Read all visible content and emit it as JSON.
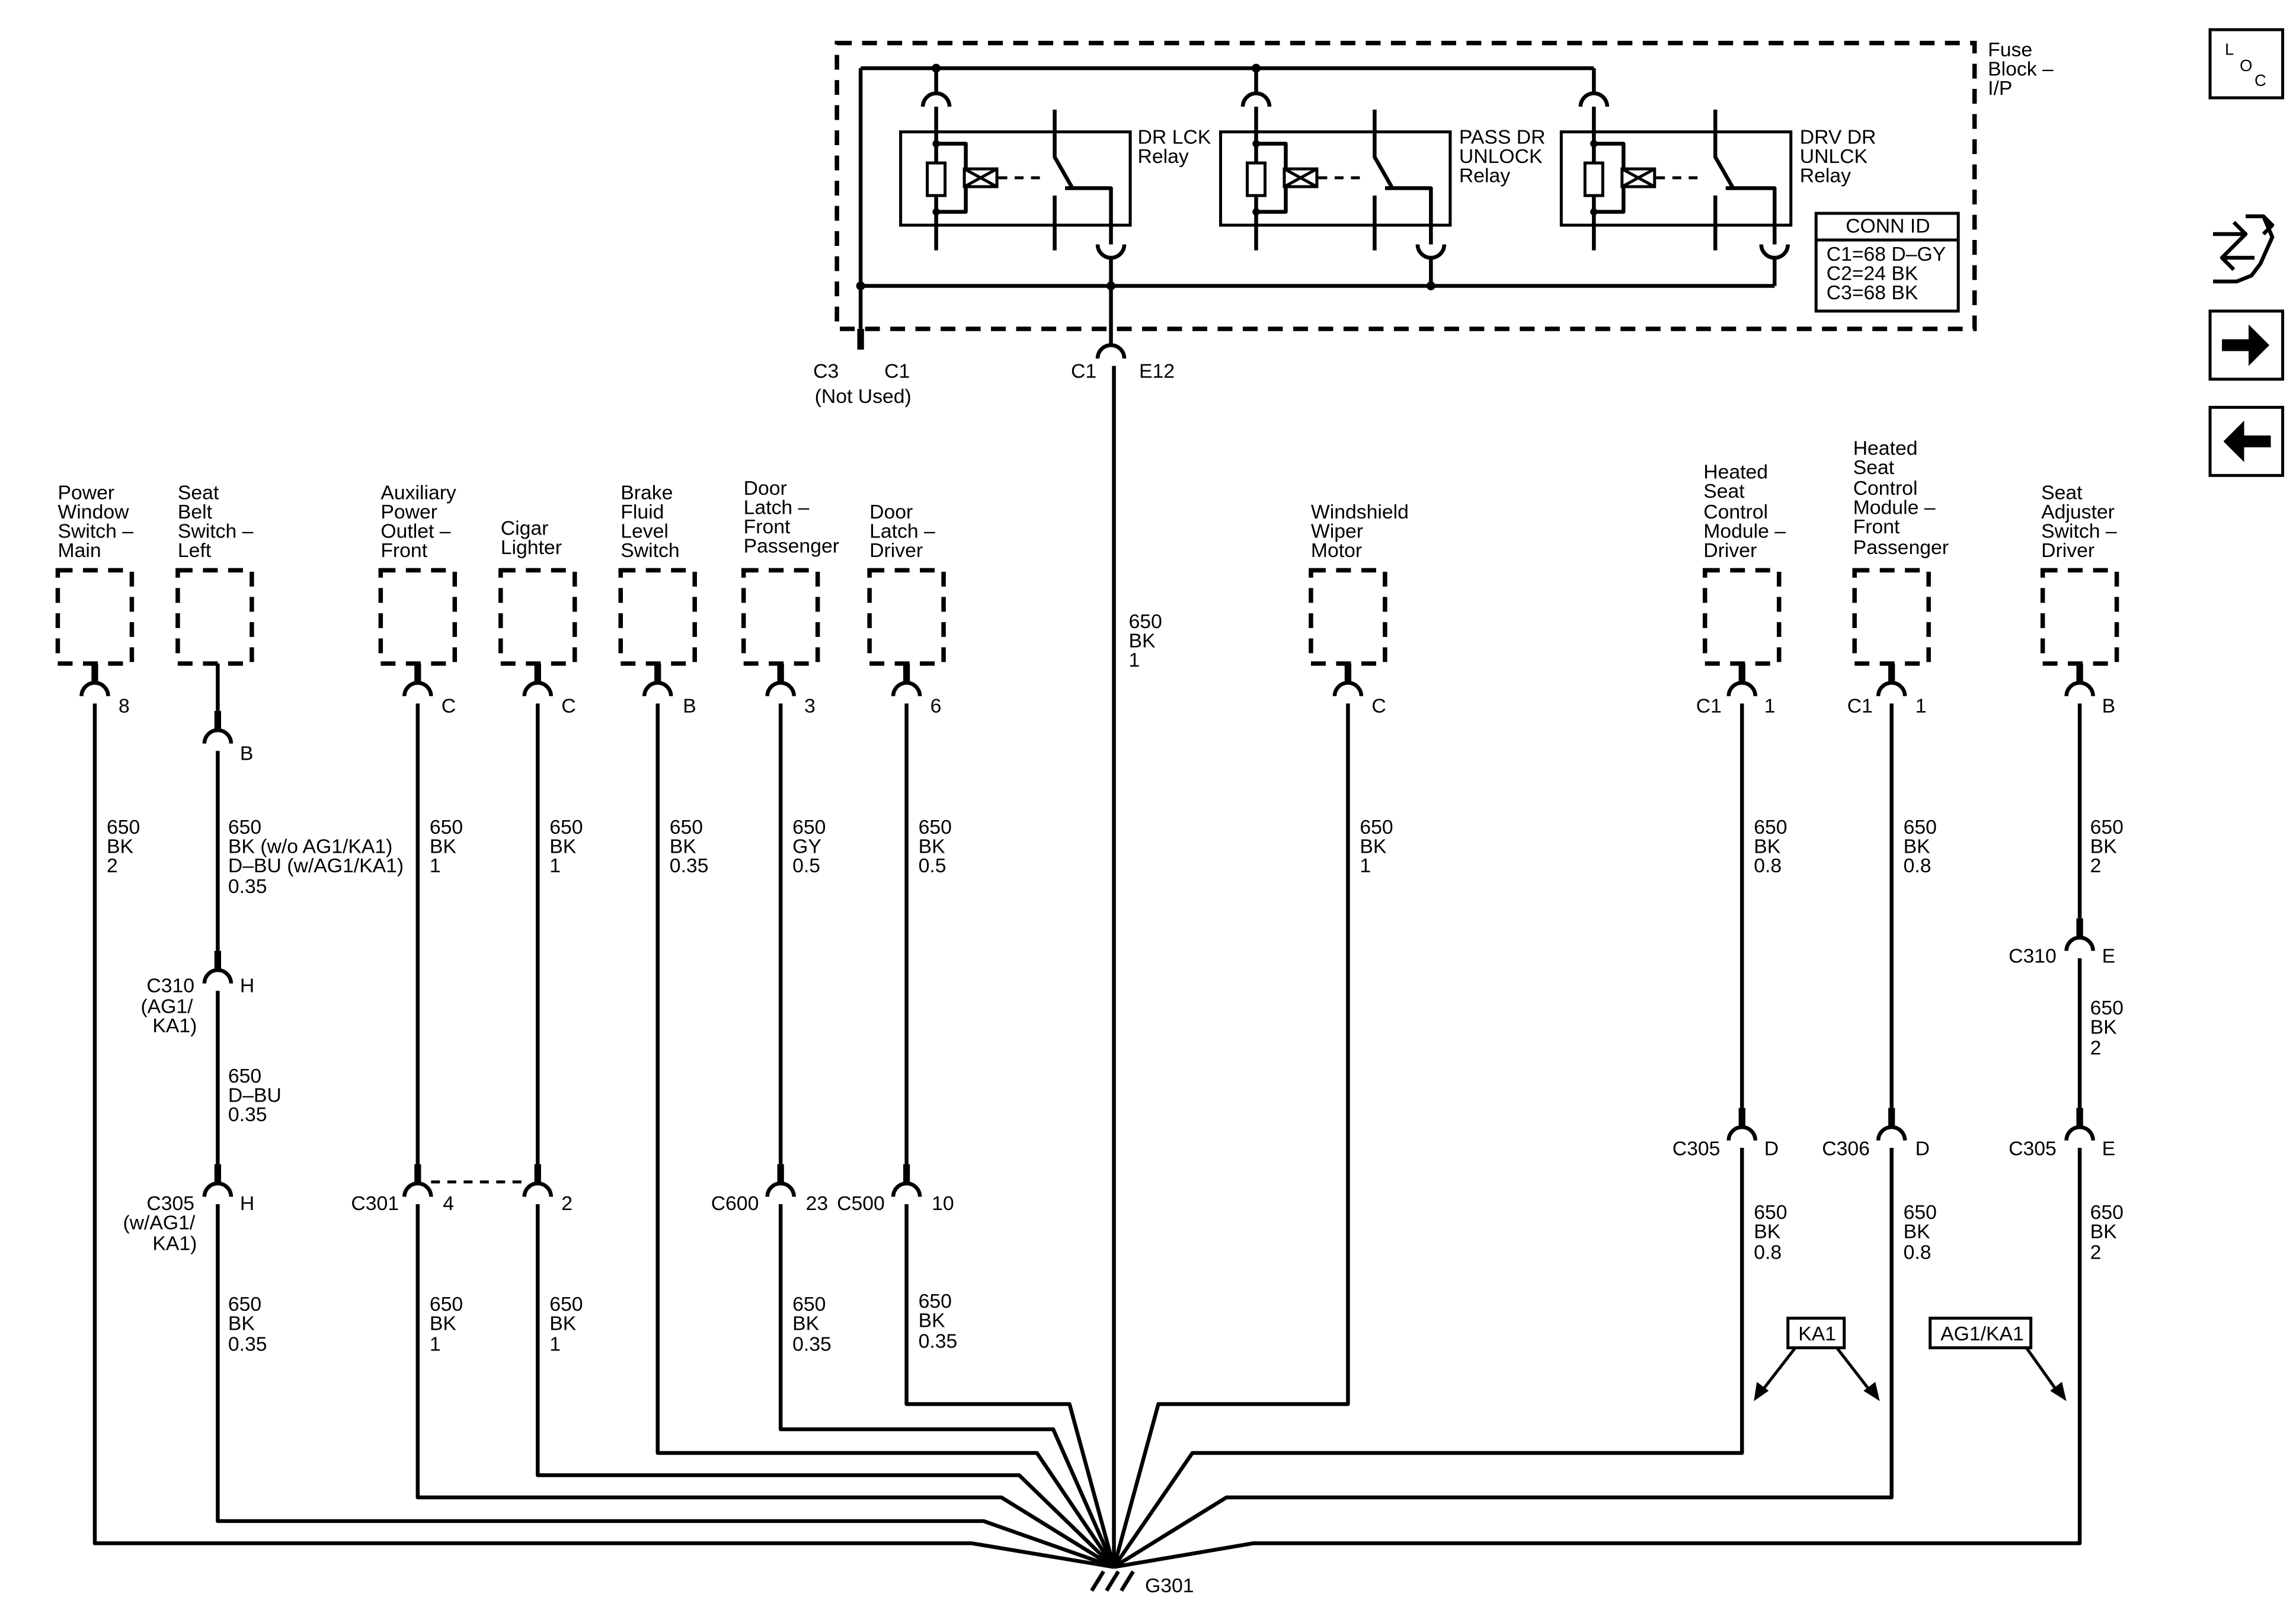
{
  "fuse_block": {
    "title_lines": [
      "Fuse",
      "Block –",
      "I/P"
    ],
    "relays": [
      {
        "lines": [
          "DR LCK",
          "Relay"
        ]
      },
      {
        "lines": [
          "PASS DR",
          "UNLOCK",
          "Relay"
        ]
      },
      {
        "lines": [
          "DRV DR",
          "UNLCK",
          "Relay"
        ]
      }
    ],
    "conn_id": {
      "title": "CONN ID",
      "lines": [
        "C1=68 D–GY",
        "C2=24 BK",
        "C3=68 BK"
      ]
    },
    "not_used": {
      "c3": "C3",
      "c1": "C1",
      "note": "(Not Used)"
    },
    "output": {
      "conn": "C1",
      "pin": "E12",
      "wire": [
        "650",
        "BK",
        "1"
      ]
    }
  },
  "components": [
    {
      "lines": [
        "Power",
        "Window",
        "Switch –",
        "Main"
      ],
      "pin": "8",
      "wire": [
        "650",
        "BK",
        "2"
      ]
    },
    {
      "lines": [
        "Seat",
        "Belt",
        "Switch –",
        "Left"
      ],
      "pin": "B",
      "wire": [
        "650",
        "BK (w/o AG1/KA1)",
        "D–BU (w/AG1/KA1)",
        "0.35"
      ],
      "c310": {
        "lines": [
          "C310",
          "(AG1/",
          "KA1)"
        ],
        "pin": "H",
        "wire": [
          "650",
          "D–BU",
          "0.35"
        ]
      },
      "c305": {
        "lines": [
          "C305",
          "(w/AG1/",
          "KA1)"
        ],
        "pin": "H",
        "wire": [
          "650",
          "BK",
          "0.35"
        ]
      }
    },
    {
      "lines": [
        "Auxiliary",
        "Power",
        "Outlet –",
        "Front"
      ],
      "pin": "C",
      "wire": [
        "650",
        "BK",
        "1"
      ],
      "inline": {
        "conn": "C301",
        "pin": "4"
      },
      "wire2": [
        "650",
        "BK",
        "1"
      ]
    },
    {
      "lines": [
        "Cigar",
        "Lighter"
      ],
      "pin": "C",
      "wire": [
        "650",
        "BK",
        "1"
      ],
      "inline": {
        "pin": "2"
      },
      "wire2": [
        "650",
        "BK",
        "1"
      ]
    },
    {
      "lines": [
        "Brake",
        "Fluid",
        "Level",
        "Switch"
      ],
      "pin": "B",
      "wire": [
        "650",
        "BK",
        "0.35"
      ]
    },
    {
      "lines": [
        "Door",
        "Latch –",
        "Front",
        "Passenger"
      ],
      "pin": "3",
      "wire": [
        "650",
        "GY",
        "0.5"
      ],
      "inline": {
        "conn": "C600",
        "pin": "23"
      },
      "wire2": [
        "650",
        "BK",
        "0.35"
      ]
    },
    {
      "lines": [
        "Door",
        "Latch –",
        "Driver"
      ],
      "pin": "6",
      "wire": [
        "650",
        "BK",
        "0.5"
      ],
      "inline": {
        "conn": "C500",
        "pin": "10"
      },
      "wire2": [
        "650",
        "BK",
        "0.35"
      ]
    },
    {
      "lines": [
        "Windshield",
        "Wiper",
        "Motor"
      ],
      "pin": "C",
      "wire": [
        "650",
        "BK",
        "1"
      ]
    },
    {
      "lines": [
        "Heated",
        "Seat",
        "Control",
        "Module –",
        "Driver"
      ],
      "conn": "C1",
      "pin": "1",
      "wire": [
        "650",
        "BK",
        "0.8"
      ],
      "inline": {
        "conn": "C305",
        "pin": "D"
      },
      "wire2": [
        "650",
        "BK",
        "0.8"
      ]
    },
    {
      "lines": [
        "Heated",
        "Seat",
        "Control",
        "Module –",
        "Front",
        "Passenger"
      ],
      "conn": "C1",
      "pin": "1",
      "wire": [
        "650",
        "BK",
        "0.8"
      ],
      "inline": {
        "conn": "C306",
        "pin": "D"
      },
      "wire2": [
        "650",
        "BK",
        "0.8"
      ]
    },
    {
      "lines": [
        "Seat",
        "Adjuster",
        "Switch –",
        "Driver"
      ],
      "pin": "B",
      "wire": [
        "650",
        "BK",
        "2"
      ],
      "inline1": {
        "conn": "C310",
        "pin": "E",
        "wire": [
          "650",
          "BK",
          "2"
        ]
      },
      "inline": {
        "conn": "C305",
        "pin": "E"
      },
      "wire2": [
        "650",
        "BK",
        "2"
      ]
    }
  ],
  "options": {
    "ka1": "KA1",
    "ag1ka1": "AG1/KA1"
  },
  "ground": {
    "label": "G301"
  },
  "nav": {
    "loc": {
      "l": "L",
      "o": "O",
      "c": "C"
    }
  }
}
